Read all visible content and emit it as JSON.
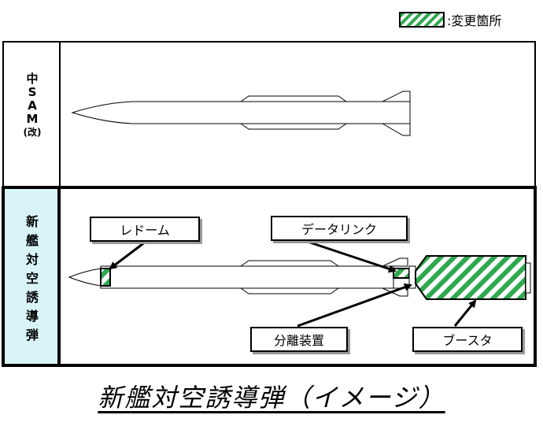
{
  "legend": {
    "label": ":変更箇所",
    "swatch_color": "#2fa84f"
  },
  "rows": {
    "top": {
      "label": [
        "中",
        "S",
        "A",
        "M",
        "(改)"
      ]
    },
    "bottom": {
      "label": [
        "新",
        "艦",
        "対",
        "空",
        "誘",
        "導",
        "弾"
      ],
      "label_bg": "#d9f4f6"
    }
  },
  "callouts": {
    "radome": "レドーム",
    "datalink": "データリンク",
    "separation": "分離装置",
    "booster": "ブースタ"
  },
  "caption": "新艦対空誘導弾（イメージ）"
}
